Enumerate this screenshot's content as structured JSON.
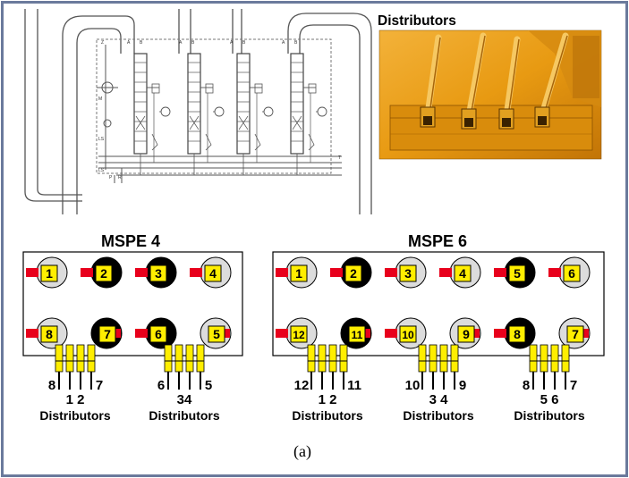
{
  "photo_title": "Distributors",
  "caption": "(a)",
  "hydraulic_labels": [
    "Z",
    "A",
    "B",
    "A",
    "B",
    "A",
    "B",
    "A",
    "B",
    "M",
    "LS",
    "LS",
    "P",
    "R",
    "T"
  ],
  "mspe4": {
    "title": "MSPE 4",
    "top_row": [
      {
        "n": "1",
        "dark": false
      },
      {
        "n": "2",
        "dark": true
      },
      {
        "n": "3",
        "dark": true
      },
      {
        "n": "4",
        "dark": false
      }
    ],
    "bottom_row": [
      {
        "n": "8",
        "dark": false
      },
      {
        "n": "7",
        "dark": true
      },
      {
        "n": "6",
        "dark": true
      },
      {
        "n": "5",
        "dark": false
      }
    ],
    "groups": [
      {
        "left": "8",
        "mid": "1 2",
        "right": "7",
        "label": "Distributors"
      },
      {
        "left": "6",
        "mid": "34",
        "right": "5",
        "label": "Distributors"
      }
    ]
  },
  "mspe6": {
    "title": "MSPE 6",
    "top_row": [
      {
        "n": "1",
        "dark": false
      },
      {
        "n": "2",
        "dark": true
      },
      {
        "n": "3",
        "dark": false
      },
      {
        "n": "4",
        "dark": false
      },
      {
        "n": "5",
        "dark": true
      },
      {
        "n": "6",
        "dark": false
      }
    ],
    "bottom_row": [
      {
        "n": "12",
        "dark": false
      },
      {
        "n": "11",
        "dark": true
      },
      {
        "n": "10",
        "dark": false
      },
      {
        "n": "9",
        "dark": false
      },
      {
        "n": "8",
        "dark": true
      },
      {
        "n": "7",
        "dark": false
      }
    ],
    "groups": [
      {
        "left": "12",
        "mid": "1 2",
        "right": "11",
        "label": "Distributors"
      },
      {
        "left": "10",
        "mid": "3 4",
        "right": "9",
        "label": "Distributors"
      },
      {
        "left": "8",
        "mid": "5 6",
        "right": "7",
        "label": "Distributors"
      }
    ]
  },
  "colors": {
    "frame": "#6b7a9c",
    "yellow": "#ffee00",
    "red": "#e8001c",
    "grey_circle": "#dcdcdc",
    "dark_circle": "#000000",
    "photo_orange": "#e89a12",
    "photo_dark": "#5a3500"
  }
}
